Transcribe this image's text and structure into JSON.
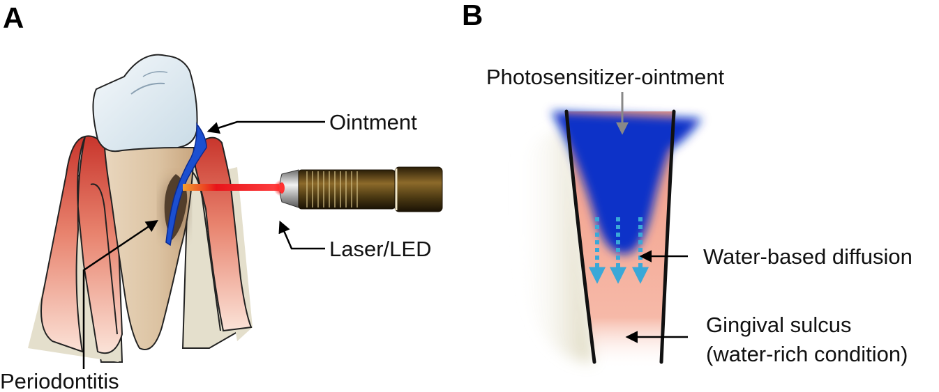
{
  "panels": {
    "a": {
      "letter": "A",
      "labels": {
        "ointment": "Ointment",
        "laser": "Laser/LED",
        "periodontitis": "Periodontitis"
      }
    },
    "b": {
      "letter": "B",
      "labels": {
        "photosensitizer": "Photosensitizer-ointment",
        "diffusion": "Water-based diffusion",
        "sulcus_line1": "Gingival sulcus",
        "sulcus_line2": "(water-rich condition)"
      }
    }
  },
  "colors": {
    "gum": "#d9534a",
    "gum_light": "#f2b3a4",
    "bone": "#e4dfcc",
    "tooth_crown": "#e6eff5",
    "tooth_root": "#e3cdb0",
    "ointment_blue": "#1030b8",
    "laser_red": "#e8141a",
    "diffusion_cyan": "#3aa8d8",
    "device_body": "#5a4418"
  },
  "icons": {
    "device": "laser-led-device-icon"
  }
}
